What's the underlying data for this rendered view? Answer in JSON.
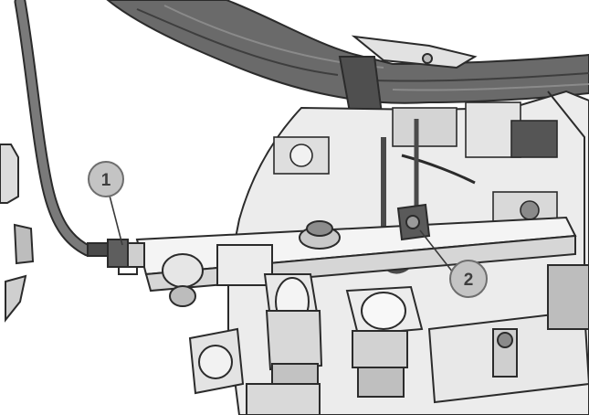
{
  "diagram": {
    "callouts": [
      {
        "label": "1",
        "target": "connector-plug"
      },
      {
        "label": "2",
        "target": "sensor-bracket"
      }
    ],
    "colors": {
      "line": "#2b2b2b",
      "fill_light": "#e9e9e9",
      "fill_mid": "#c9c9c9",
      "fill_dark": "#5c5c5c",
      "harness": "#6a6a6a",
      "callout_fill": "#c4c4c4",
      "callout_stroke": "#6e6e6e"
    }
  }
}
